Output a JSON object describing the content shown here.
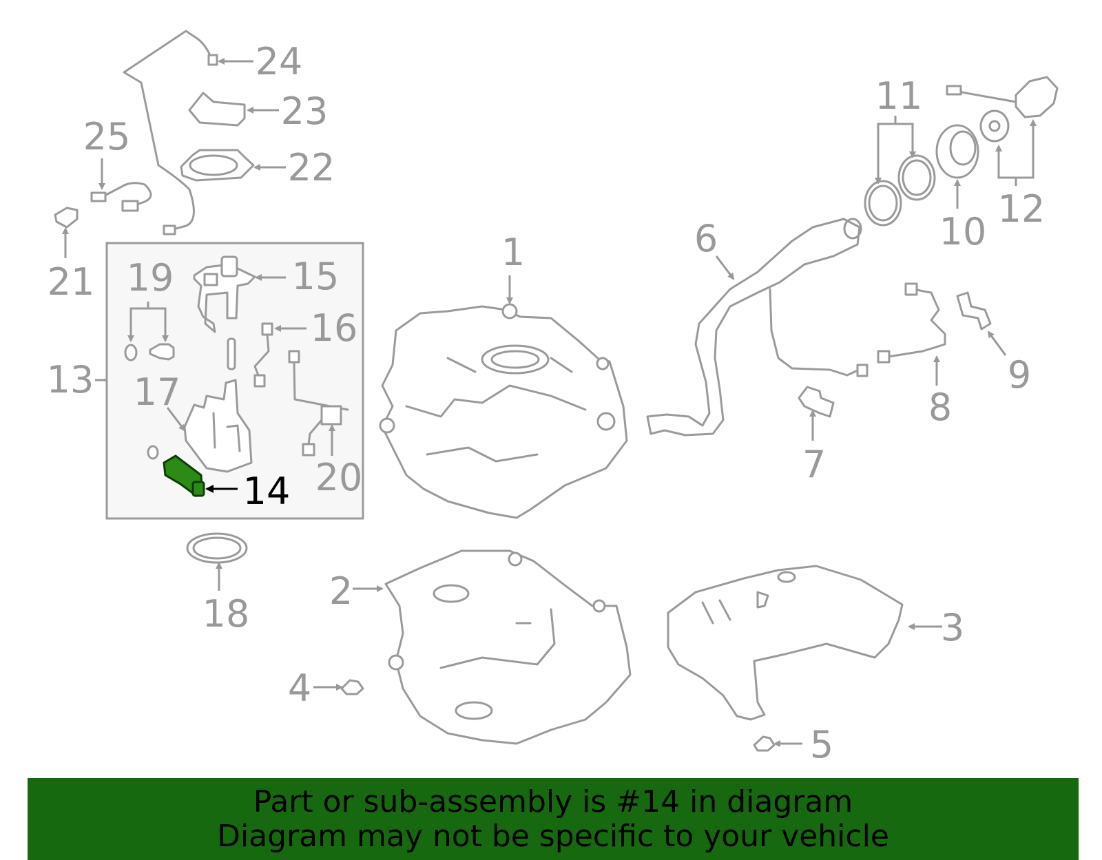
{
  "diagram": {
    "highlighted_part": "14",
    "callouts": [
      "1",
      "2",
      "3",
      "4",
      "5",
      "6",
      "7",
      "8",
      "9",
      "10",
      "11",
      "12",
      "13",
      "14",
      "15",
      "16",
      "17",
      "18",
      "19",
      "20",
      "21",
      "22",
      "23",
      "24",
      "25"
    ]
  },
  "banner": {
    "line1": "Part or sub-assembly is #14 in diagram",
    "line2": "Diagram may not be specific to your vehicle",
    "background": "#16690f"
  },
  "colors": {
    "line": "#999999",
    "highlight": "#2c8a16"
  }
}
